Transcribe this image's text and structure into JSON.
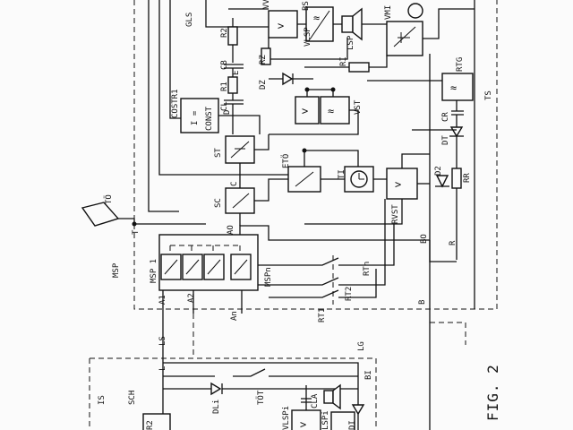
{
  "figure": {
    "label": "FIG. 2"
  },
  "labels": {
    "GLS": "GLS",
    "VV": "VV",
    "BS": "BS",
    "LSP": "LSP",
    "VMI": "VMI",
    "R2": "R2",
    "CB": "CB",
    "E": "E",
    "RZ": "RZ",
    "RI": "RI",
    "RTG": "RTG",
    "VLSP": "VLSP",
    "R1": "R1",
    "CL": "CL",
    "DZ": "DZ",
    "COSTR1": "COSTR1",
    "IEQ": "I =",
    "CONST": "CONST",
    "D": "D",
    "VST": "VST",
    "CR": "CR",
    "TS": "TS",
    "ST": "ST",
    "DT": "DT",
    "ETO": "ETÖ",
    "TI": "TI",
    "D2": "D2",
    "RR": "RR",
    "TO": "TÖ",
    "C": "C",
    "SC": "SC",
    "RVST": "RVST",
    "T": "T",
    "AO": "AO",
    "BO": "BO",
    "R": "R",
    "MSP": "MSP",
    "MSP1": "MSP 1",
    "MSPn": "MSPn",
    "RTn": "RTn",
    "RT2": "RT2",
    "A1": "A1",
    "A2": "A2",
    "An": "An",
    "RT1": "RT1",
    "B": "B",
    "LS": "LS",
    "LG": "LG",
    "L": "L",
    "BI": "BI",
    "IS": "IS",
    "SCH": "SCH",
    "DLi": "DLi",
    "TOT": "TÖT",
    "R2b": "R2",
    "VLSPi": "VLSPi",
    "CLA": "CLA",
    "LSPi": "LSPi",
    "DI": "DI"
  },
  "symbols": {
    "amp": ">",
    "tilde": "≈",
    "switch": "⁄",
    "clock": "◷"
  }
}
